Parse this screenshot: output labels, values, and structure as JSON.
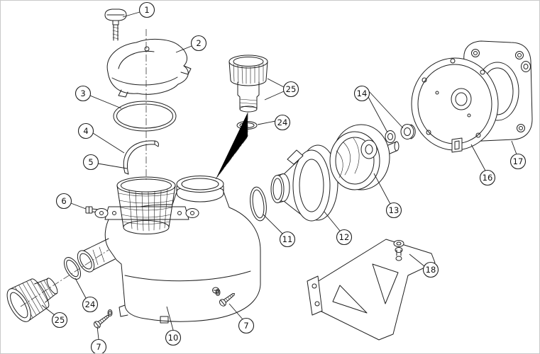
{
  "diagram": {
    "kind": "exploded-parts-diagram",
    "colors": {
      "line": "#1f1f1f",
      "background": "#ffffff"
    }
  },
  "callouts": [
    {
      "label": "1"
    },
    {
      "label": "2"
    },
    {
      "label": "3"
    },
    {
      "label": "4"
    },
    {
      "label": "5"
    },
    {
      "label": "6"
    },
    {
      "label": "7"
    },
    {
      "label": "7"
    },
    {
      "label": "10"
    },
    {
      "label": "11"
    },
    {
      "label": "12"
    },
    {
      "label": "13"
    },
    {
      "label": "14"
    },
    {
      "label": "16"
    },
    {
      "label": "17"
    },
    {
      "label": "18"
    },
    {
      "label": "24"
    },
    {
      "label": "24"
    },
    {
      "label": "25"
    },
    {
      "label": "25"
    }
  ]
}
